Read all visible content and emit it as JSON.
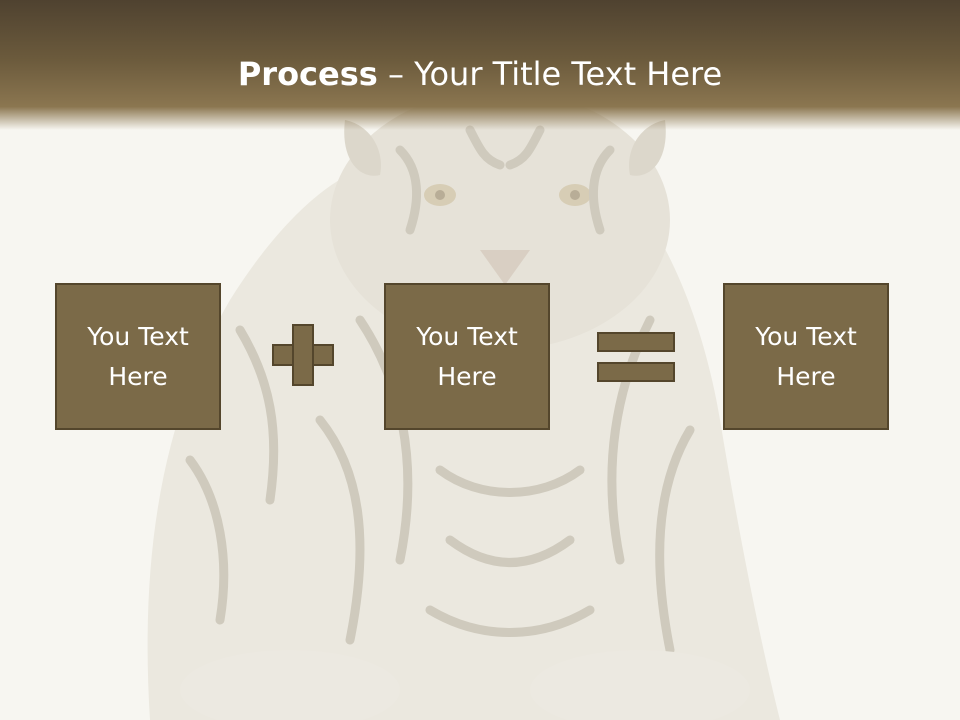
{
  "slide": {
    "title_bold": "Process",
    "title_rest": " – Your Title Text Here",
    "boxes": [
      {
        "text": "You Text Here"
      },
      {
        "text": "You Text Here"
      },
      {
        "text": "You Text Here"
      }
    ],
    "operators": [
      "plus-icon",
      "equals-icon"
    ]
  },
  "colors": {
    "title_band": "#6b5a3c",
    "box_fill": "#7b6a48",
    "box_border": "#54462c",
    "background": "#f7f6f1"
  }
}
